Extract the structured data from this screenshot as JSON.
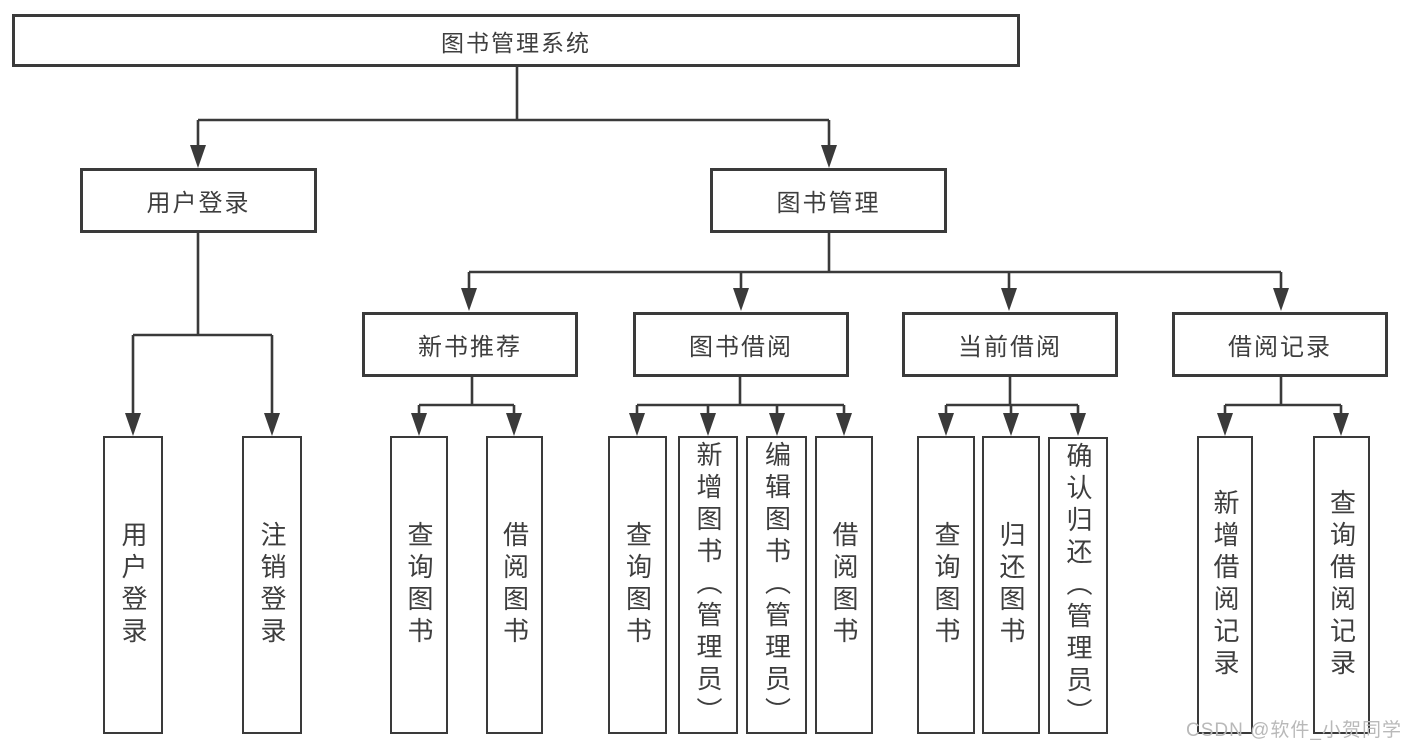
{
  "diagram": {
    "root": "图书管理系统",
    "level1": [
      "用户登录",
      "图书管理"
    ],
    "level2": [
      "新书推荐",
      "图书借阅",
      "当前借阅",
      "借阅记录"
    ],
    "leaves": [
      "用户登录",
      "注销登录",
      "查询图书",
      "借阅图书",
      "查询图书",
      "新增图书（管理员）",
      "编辑图书（管理员）",
      "借阅图书",
      "查询图书",
      "归还图书",
      "确认归还（管理员）",
      "新增借阅记录",
      "查询借阅记录"
    ]
  },
  "watermark": "CSDN @软件_小贺同学",
  "colors": {
    "line": "#3a3a3a",
    "text": "#3e3e3e",
    "box_background": "#ffffff",
    "watermark": "#b9b9b9"
  }
}
